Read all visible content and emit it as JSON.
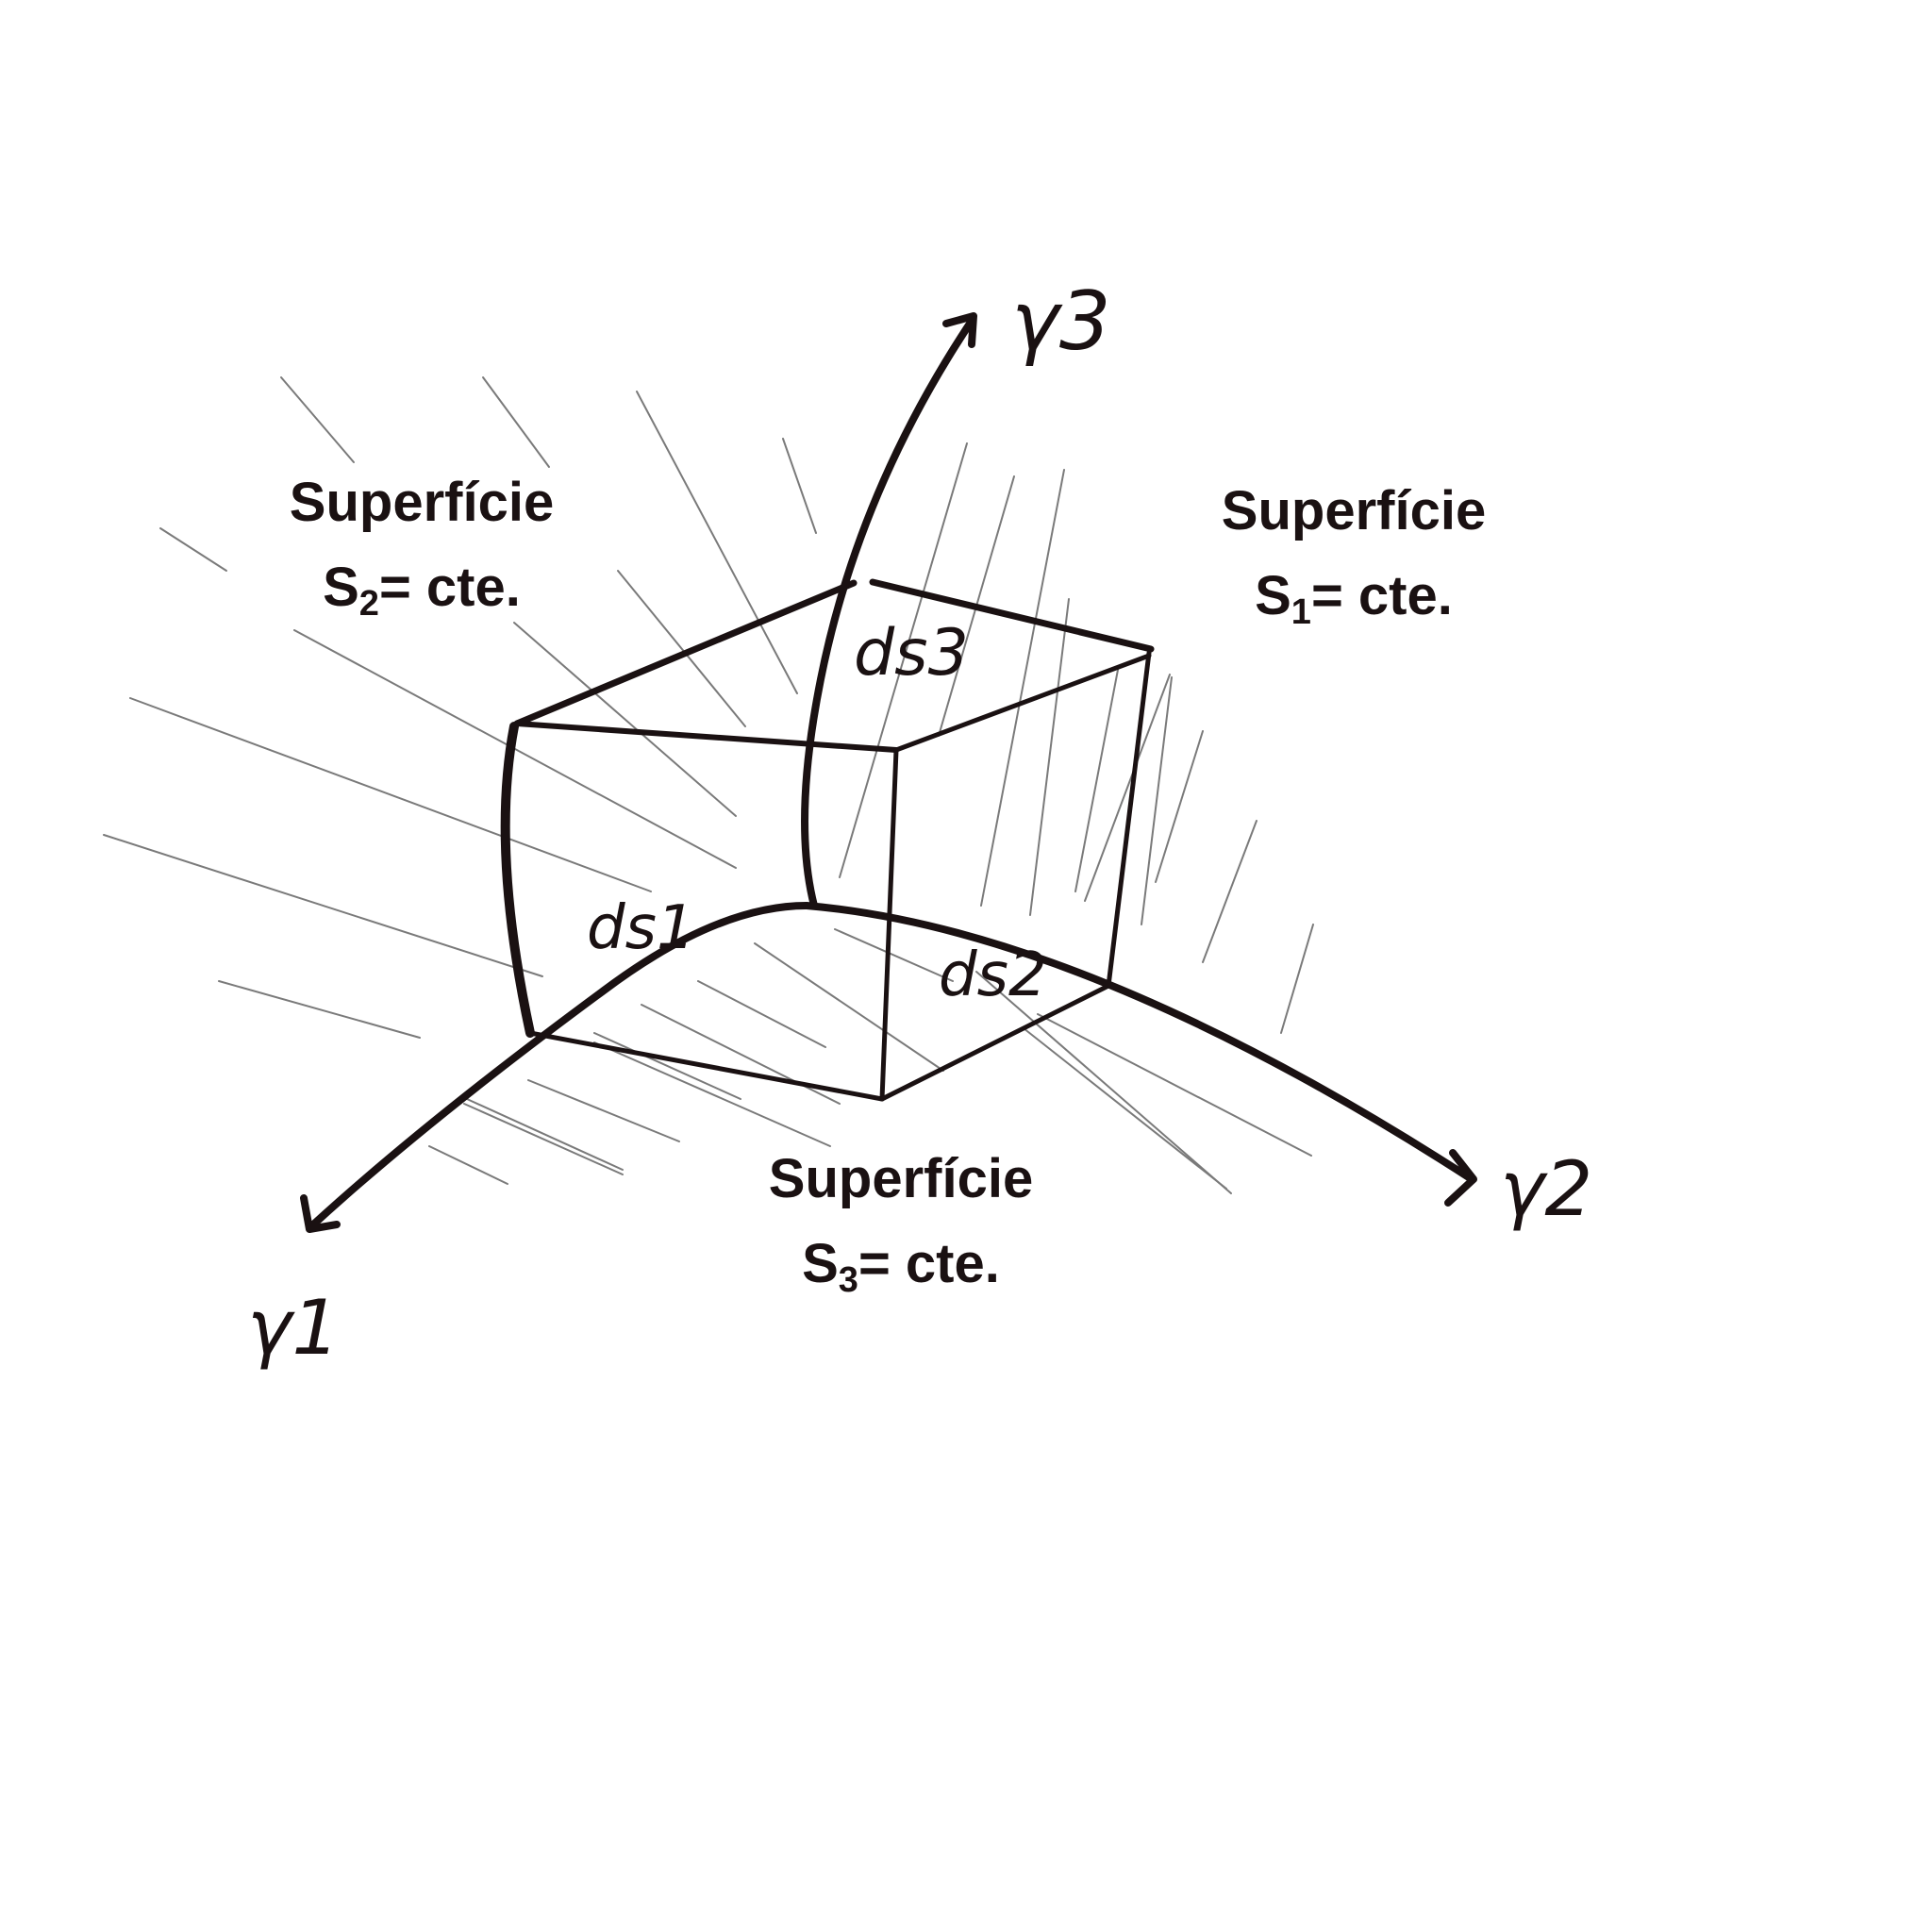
{
  "axes": {
    "gamma1": "γ1",
    "gamma2": "γ2",
    "gamma3": "γ3"
  },
  "elements": {
    "ds1": "ds1",
    "ds2": "ds2",
    "ds3": "ds3"
  },
  "surfaces": {
    "s1": {
      "title": "Superfície",
      "symbol": "S",
      "index": "1",
      "rest": "= cte."
    },
    "s2": {
      "title": "Superfície",
      "symbol": "S",
      "index": "2",
      "rest": "= cte."
    },
    "s3": {
      "title": "Superfície",
      "symbol": "S",
      "index": "3",
      "rest": "= cte."
    }
  },
  "colors": {
    "ink": "#1a1112",
    "hatch": "#7a7a7a",
    "background": "#ffffff"
  }
}
